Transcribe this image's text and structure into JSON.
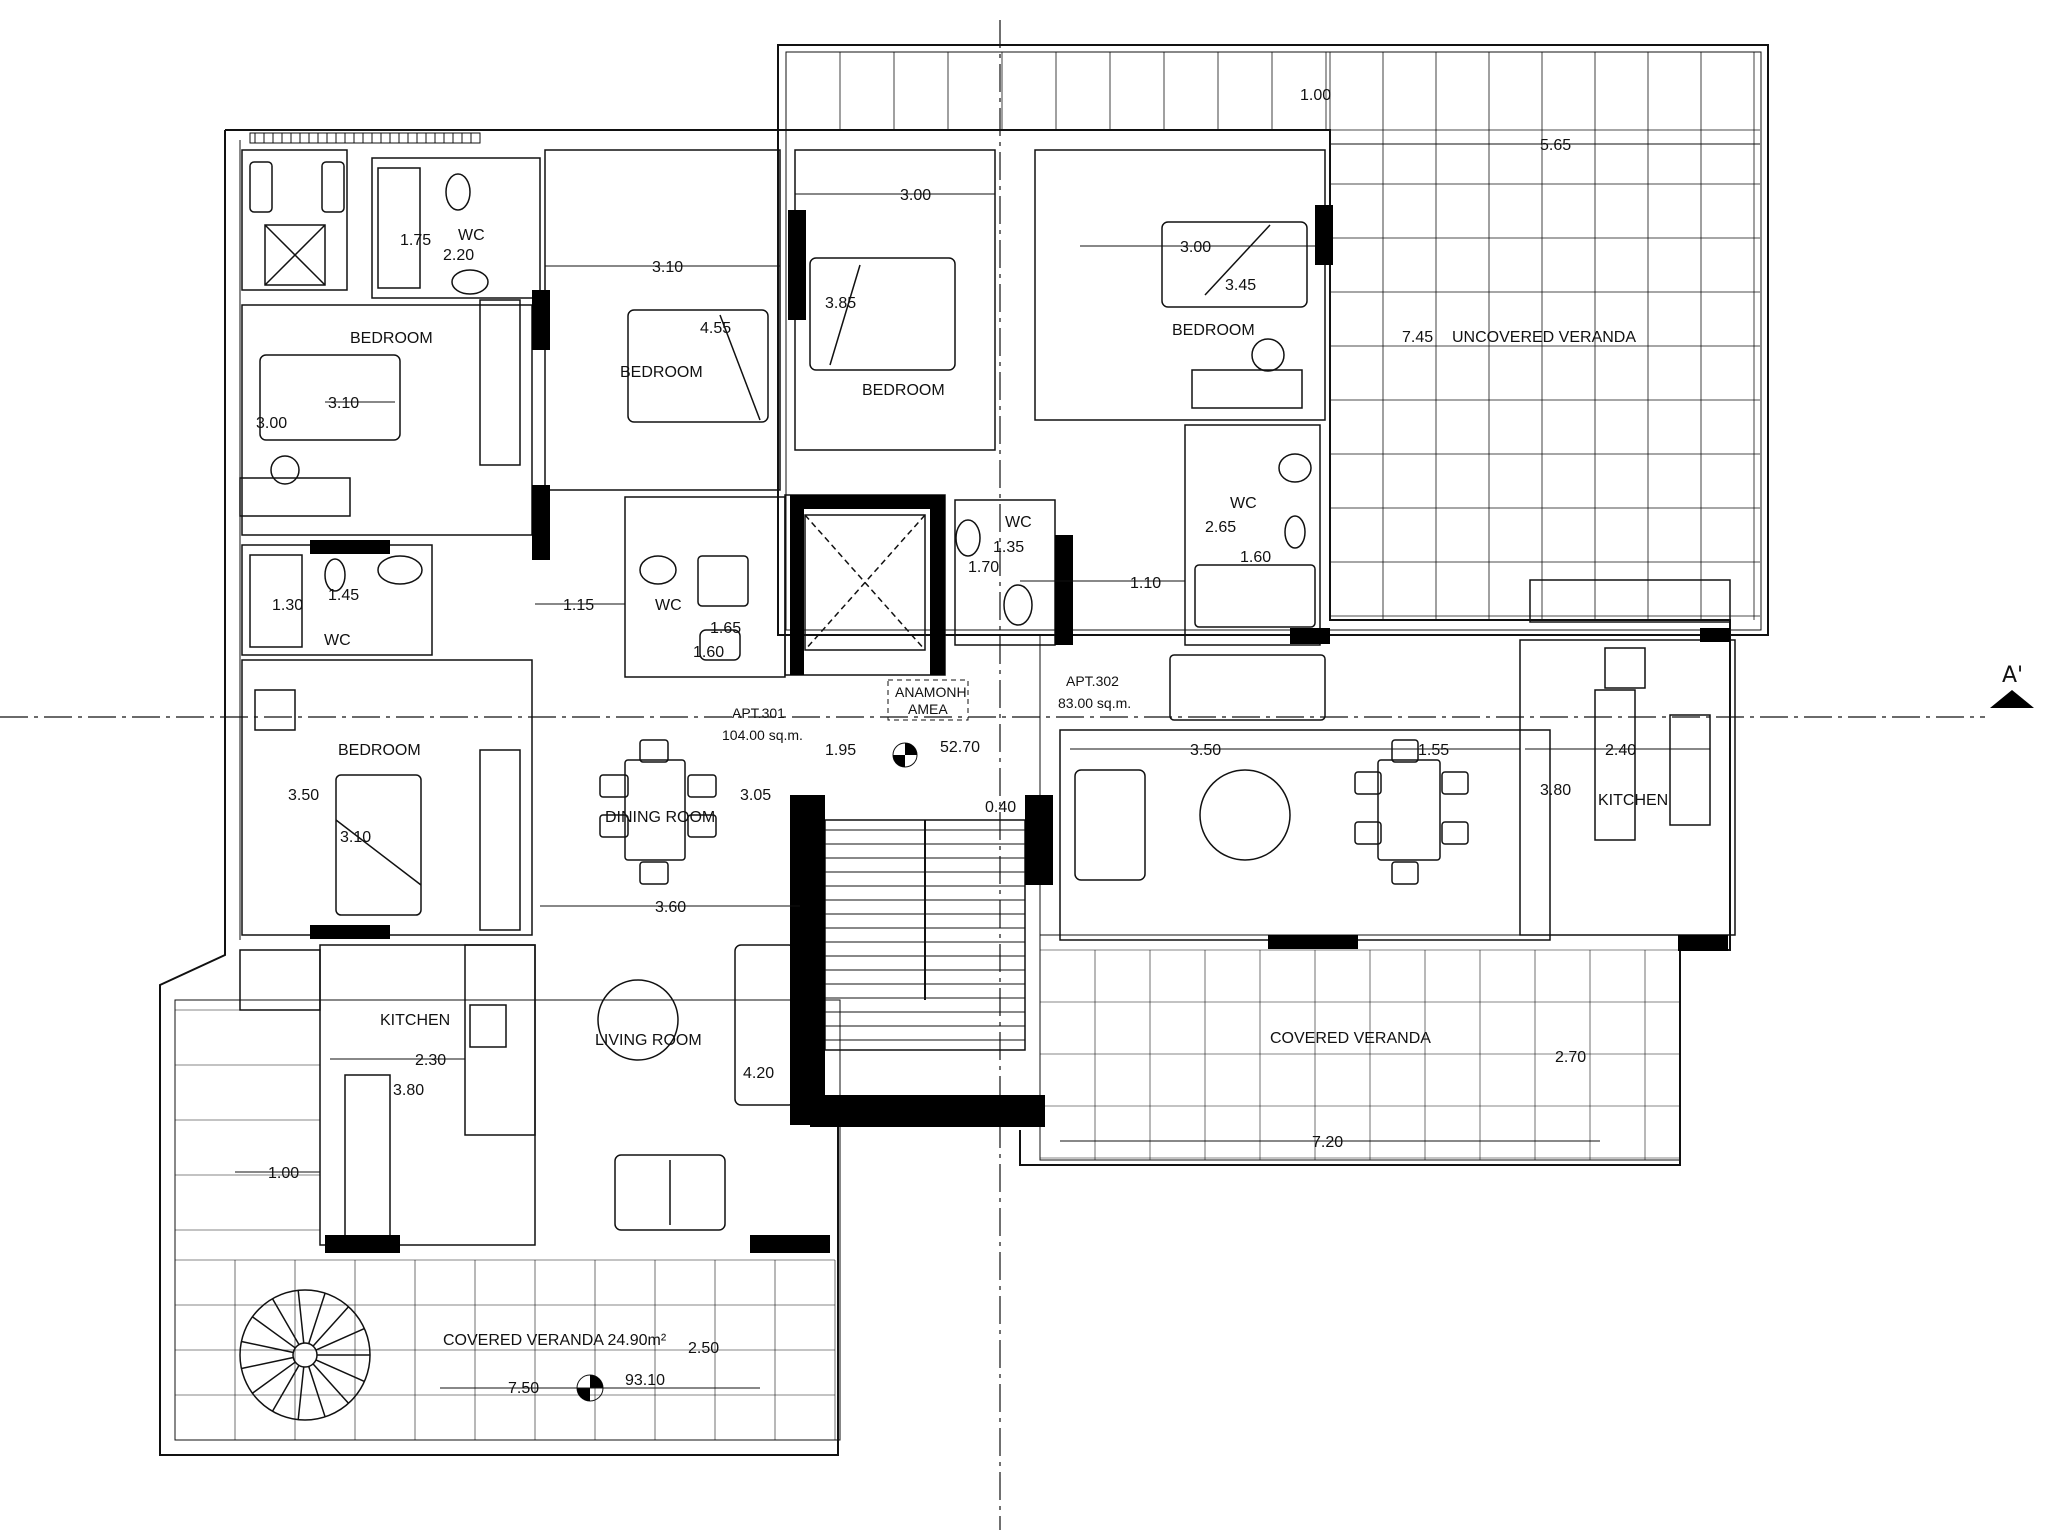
{
  "colors": {
    "ink": "#111111",
    "wall": "#000000",
    "paper": "#ffffff",
    "hatch": "#222222"
  },
  "section_marker": "A'",
  "rooms": {
    "bedroom_top_left": "BEDROOM",
    "bedroom_mid": "BEDROOM",
    "bedroom_center": "BEDROOM",
    "bedroom_right": "BEDROOM",
    "bedroom_left_low": "BEDROOM",
    "wc_top": "WC",
    "wc_left": "WC",
    "wc_mid": "WC",
    "wc_center": "WC",
    "wc_right": "WC",
    "dining_room": "DINING ROOM",
    "living_room": "LIVING ROOM",
    "kitchen_left": "KITCHEN",
    "kitchen_right": "KITCHEN",
    "covered_veranda_left": "COVERED VERANDA 24.90m²",
    "covered_veranda_right": "COVERED VERANDA",
    "uncovered_veranda": "UNCOVERED VERANDA"
  },
  "labels": {
    "apt301": "APT.301",
    "apt301_area": "104.00 sq.m.",
    "apt302": "APT.302",
    "apt302_area": "83.00 sq.m.",
    "anamonh_1": "ΑΝΑΜΟΝΗ",
    "anamonh_2": "ΑΜΕΑ",
    "level_core": "52.70",
    "level_veranda": "93.10"
  },
  "dims": {
    "d_1_00_top": "1.00",
    "d_5_65": "5.65",
    "d_7_45": "7.45",
    "d_3_00_c": "3.00",
    "d_3_00_r": "3.00",
    "d_3_45": "3.45",
    "d_3_10_top": "3.10",
    "d_1_75": "1.75",
    "d_2_20": "2.20",
    "d_4_55": "4.55",
    "d_3_85": "3.85",
    "d_3_10_bed": "3.10",
    "d_3_00_left": "3.00",
    "d_1_35": "1.35",
    "d_1_70": "1.70",
    "d_1_10": "1.10",
    "d_2_65": "2.65",
    "d_1_60_r": "1.60",
    "d_1_45": "1.45",
    "d_1_30": "1.30",
    "d_1_15": "1.15",
    "d_1_65": "1.65",
    "d_1_60_c": "1.60",
    "d_3_50_left": "3.50",
    "d_3_10_low": "3.10",
    "d_1_95": "1.95",
    "d_3_05": "3.05",
    "d_0_40": "0.40",
    "d_3_50_right": "3.50",
    "d_1_55": "1.55",
    "d_2_40": "2.40",
    "d_3_80_r": "3.80",
    "d_3_60": "3.60",
    "d_4_20": "4.20",
    "d_2_30": "2.30",
    "d_3_80_l": "3.80",
    "d_1_00_l": "1.00",
    "d_2_70": "2.70",
    "d_7_20": "7.20",
    "d_2_50": "2.50",
    "d_7_50": "7.50"
  }
}
